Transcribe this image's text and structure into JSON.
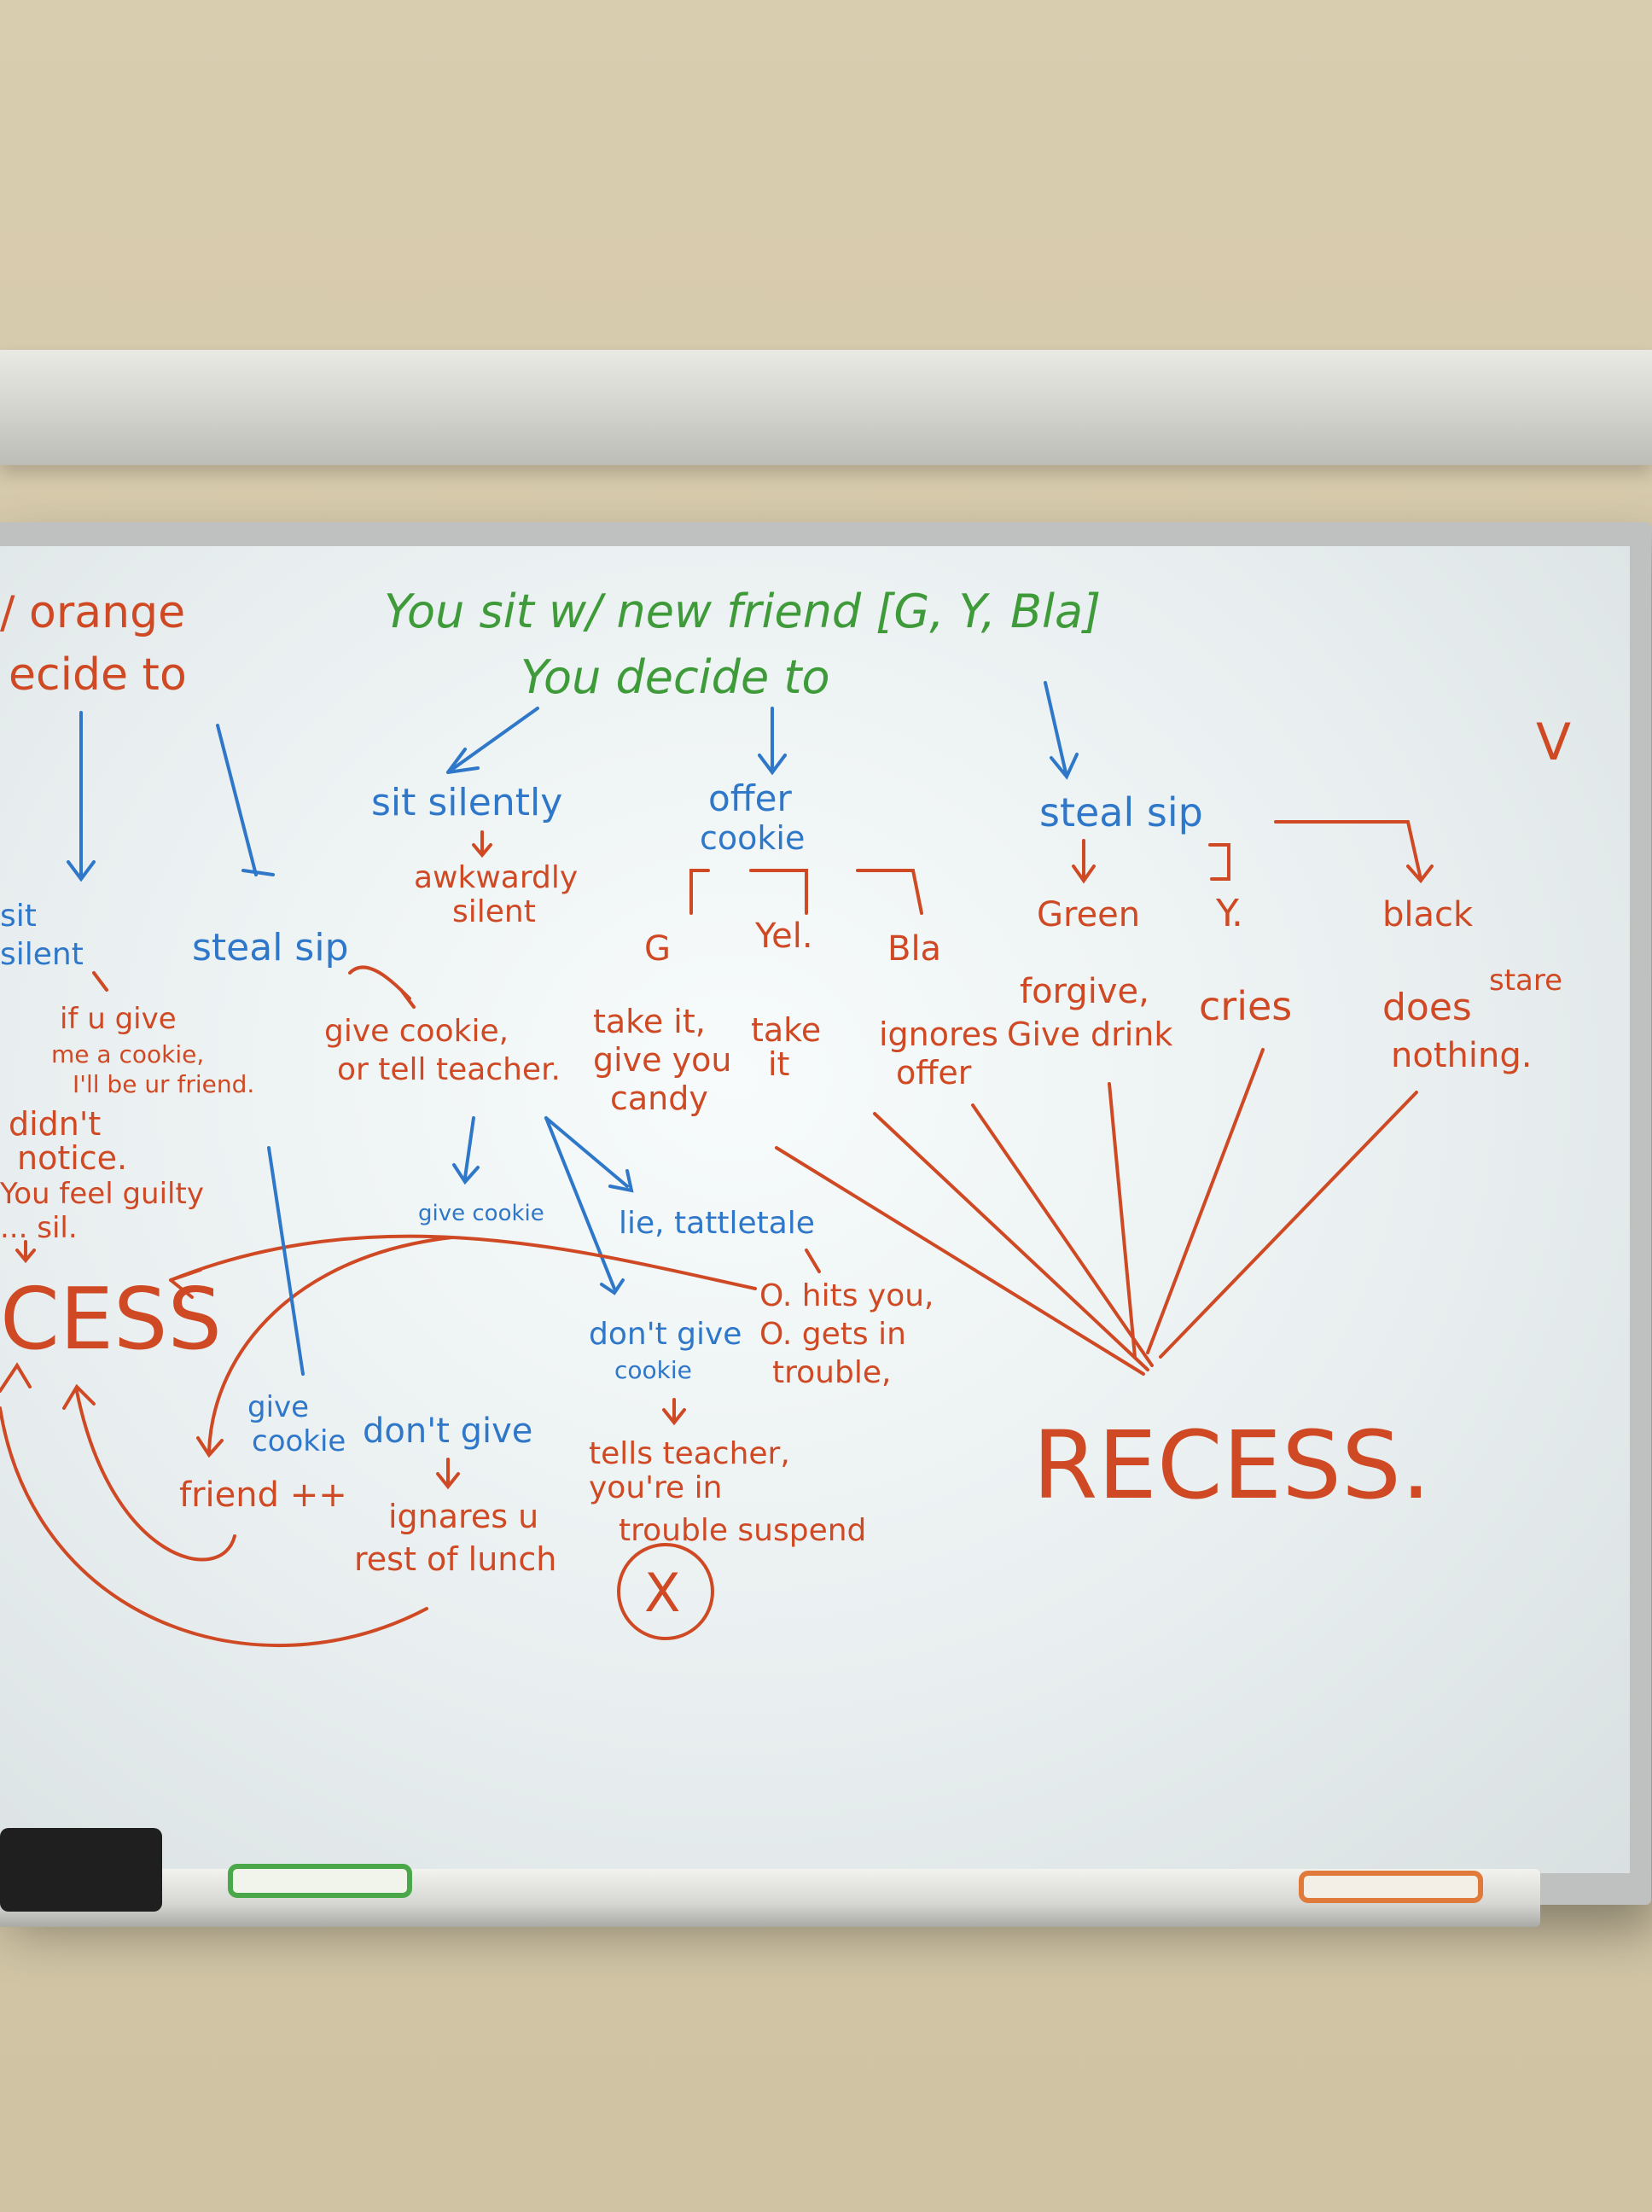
{
  "top_left_partial": [
    "/ orange",
    "ecide to"
  ],
  "header": {
    "line1": "You sit w/ new friend  [G, Y, Bla]",
    "line2": "You decide to"
  },
  "branches": {
    "sit_silently": "sit silently",
    "awkwardly": "awkwardly silent",
    "offer_cookie": "offer cookie",
    "steal_sip": "steal sip"
  },
  "offer_sub": {
    "g": "G",
    "yel": "Yel.",
    "bla": "Bla",
    "g_result": [
      "take it,",
      "give you",
      "candy"
    ],
    "yel_result": [
      "take",
      "it"
    ],
    "bla_result": [
      "ignores",
      "offer"
    ]
  },
  "steal_sub": {
    "green": "Green",
    "green_result": [
      "forgive,",
      "Give drink"
    ],
    "y": "Y.",
    "y_result": "cries",
    "black": "black",
    "black_stare": "stare",
    "black_result": [
      "does",
      "nothing."
    ]
  },
  "left": {
    "sit_silent": [
      "sit",
      "silent"
    ],
    "steal_sip": "steal sip",
    "if_u_give": [
      "if u give",
      "me a cookie,",
      "I'll be ur friend."
    ],
    "give_or_tell": [
      "give cookie,",
      "or tell teacher."
    ],
    "didnt_notice": [
      "didn't",
      "notice.",
      "You feel guilty",
      "... sil."
    ],
    "recess_left": "CESS",
    "give_cookie_small": "give cookie",
    "lie_tattletale": "lie, tattletale",
    "o_hits": [
      "O. hits you,",
      "O. gets in",
      "trouble,"
    ],
    "dont_give_cookie": [
      "don't give",
      "cookie"
    ],
    "tells_teacher": [
      "tells teacher,",
      "you're in",
      "trouble suspend"
    ],
    "x_mark": "X",
    "give_cookie": [
      "give",
      "cookie"
    ],
    "friend": "friend ++",
    "dont_give": "don't give",
    "ignares": [
      "ignares u",
      "rest of lunch"
    ]
  },
  "recess_right": "RECESS.",
  "corner_mark": "V",
  "colors": {
    "green_marker": "#3f9a3a",
    "blue_marker": "#2f77c9",
    "orange_marker": "#cf4a24"
  }
}
